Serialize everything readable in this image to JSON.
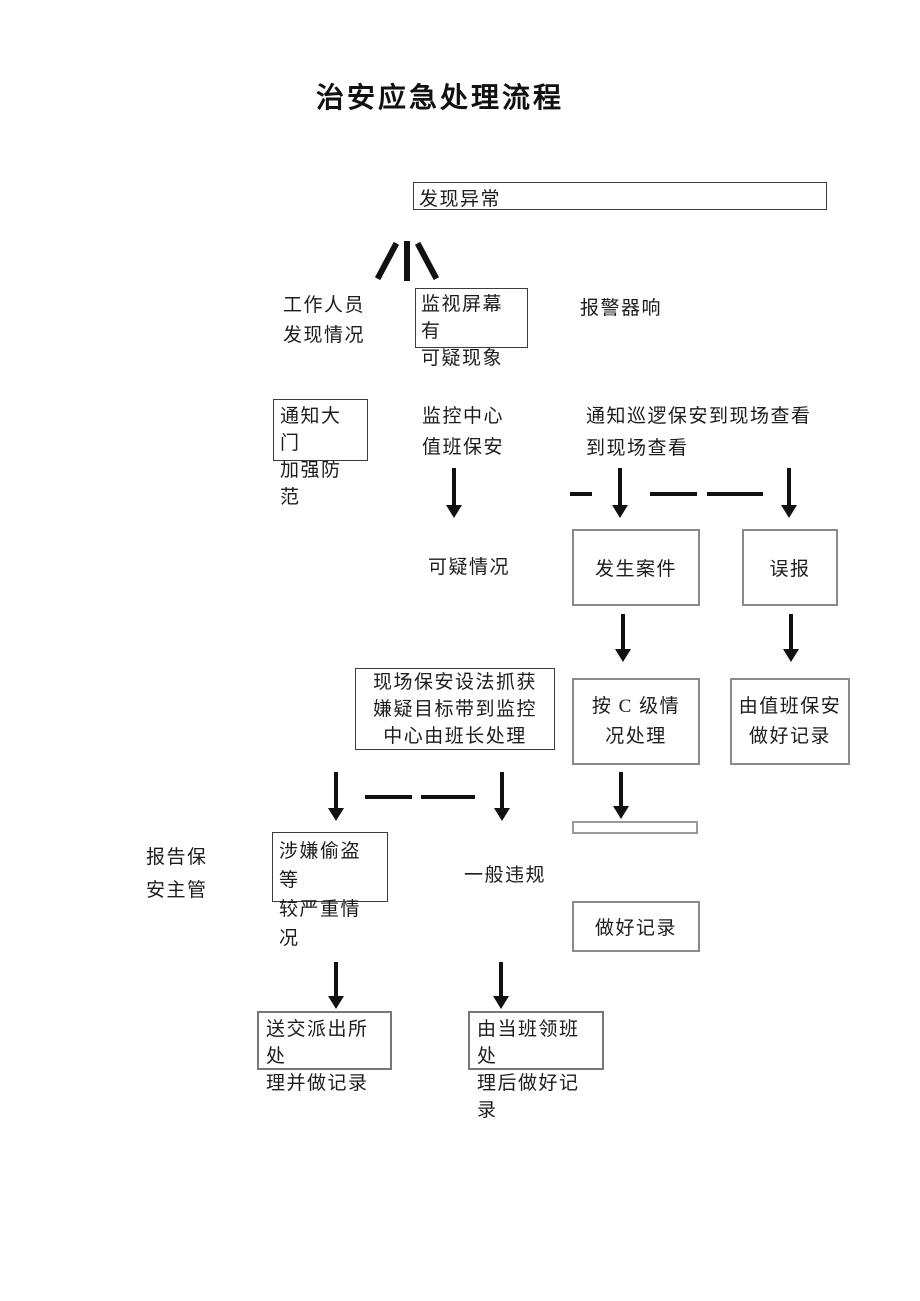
{
  "document": {
    "title": "治安应急处理流程"
  },
  "flowchart": {
    "top": {
      "discover": "发现异常"
    },
    "branch_row": {
      "staff_finds": "工作人员\n发现情况",
      "monitor_screen": "监视屏幕有\n可疑现象",
      "alarm_sounds": "报警器响"
    },
    "action_row": {
      "notify_gate": "通知大门\n加强防范",
      "monitor_center": "监控中心\n值班保安",
      "notify_patrol": "通知巡逻保安到现场查看\n到现场查看"
    },
    "assessment_row": {
      "suspicious": "可疑情况",
      "case_occurs": "发生案件",
      "false_alarm": "误报"
    },
    "handling_row": {
      "onsite_capture": "现场保安设法抓获\n嫌疑目标带到监控\n中心由班长处理",
      "level_c": "按 C 级情\n况处理",
      "duty_guard_record": "由值班保安\n做好记录"
    },
    "classify_row": {
      "report_supervisor": "报告保\n安主管",
      "theft_serious": "涉嫌偷盗等\n较严重情况",
      "general_violation": "一般违规",
      "make_record": "做好记录"
    },
    "final_row": {
      "send_police": "送交派出所处\n理并做记录",
      "shift_leader": "由当班领班处\n理后做好记录"
    }
  },
  "colors": {
    "line": "#111111",
    "box_border_gray": "#8a8a8a",
    "box_border_dark": "#3c3c3c",
    "text": "#1c1c1c"
  }
}
